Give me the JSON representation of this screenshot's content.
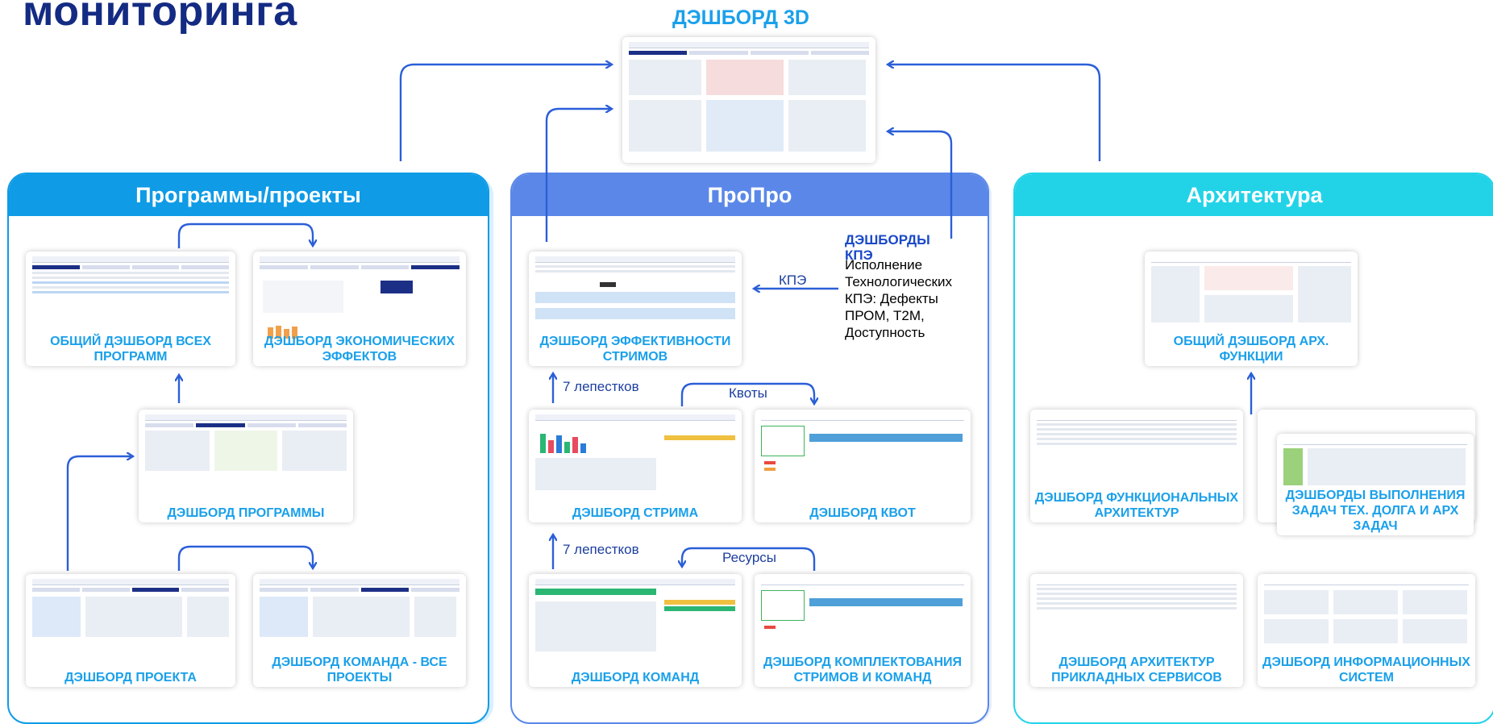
{
  "page": {
    "title": "мониторинга",
    "dashboard_3d_label": "ДЭШБОРД 3D"
  },
  "colors": {
    "title": "#142b83",
    "accent_label": "#1aa0ea",
    "arrow": "#2b5fd8",
    "panel_left": "#0f9be6",
    "panel_middle": "#5b88e8",
    "panel_right": "#22d3e8"
  },
  "panels": {
    "programs": {
      "title": "Программы/проекты",
      "cards": {
        "all_programs": "ОБЩИЙ ДЭШБОРД ВСЕХ ПРОГРАММ",
        "economic_effects": "ДЭШБОРД ЭКОНОМИЧЕСКИХ ЭФФЕКТОВ",
        "program": "ДЭШБОРД ПРОГРАММЫ",
        "project": "ДЭШБОРД ПРОЕКТА",
        "team_all_projects": "ДЭШБОРД КОМАНДА - ВСЕ ПРОЕКТЫ"
      }
    },
    "propro": {
      "title": "ПроПро",
      "cards": {
        "stream_efficiency": "ДЭШБОРД ЭФФЕКТИВНОСТИ СТРИМОВ",
        "stream": "ДЭШБОРД СТРИМА",
        "quota": "ДЭШБОРД КВОТ",
        "teams": "ДЭШБОРД КОМАНД",
        "staffing": "ДЭШБОРД КОМПЛЕКТОВАНИЯ СТРИМОВ И КОМАНД"
      },
      "kpe_title": "ДЭШБОРДЫ КПЭ",
      "kpe_text": "Исполнение Технологических КПЭ: Дефекты ПРОМ, T2M, Доступность",
      "arrow_labels": {
        "kpe": "КПЭ",
        "petals_1": "7 лепестков",
        "quotas": "Квоты",
        "petals_2": "7 лепестков",
        "resources": "Ресурсы"
      }
    },
    "architecture": {
      "title": "Архитектура",
      "cards": {
        "arch_functions": "ОБЩИЙ ДЭШБОРД АРХ. ФУНКЦИИ",
        "functional_arch": "ДЭШБОРД ФУНКЦИОНАЛЬНЫХ АРХИТЕКТУР",
        "tech_debt": "ДЭШБОРДЫ ВЫПОЛНЕНИЯ ЗАДАЧ ТЕХ. ДОЛГА И АРХ ЗАДАЧ",
        "applied_services": "ДЭШБОРД АРХИТЕКТУР ПРИКЛАДНЫХ СЕРВИСОВ",
        "info_systems": "ДЭШБОРД ИНФОРМАЦИОННЫХ СИСТЕМ"
      }
    }
  }
}
